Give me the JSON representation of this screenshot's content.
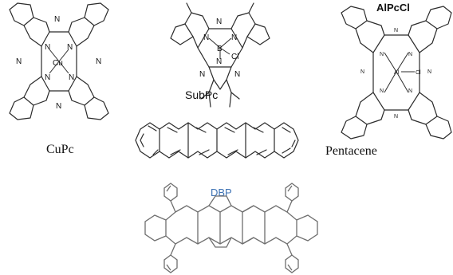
{
  "molecules": [
    {
      "id": "cupc",
      "label": "CuPc",
      "metal": "Cu"
    },
    {
      "id": "subpc",
      "label": "SubPc",
      "center": "B",
      "axial": "Cl"
    },
    {
      "id": "alpccl",
      "label": "AlPcCl",
      "metal": "Al",
      "axial": "Cl"
    },
    {
      "id": "pentacene",
      "label": "Pentacene"
    },
    {
      "id": "dbp",
      "label": "DBP"
    }
  ],
  "atoms": {
    "nitrogen": "N"
  },
  "colors": {
    "dbp_label": "#3d72b4",
    "bonds": "#2b2b2b",
    "dbp_bonds": "#6e6e6e"
  }
}
